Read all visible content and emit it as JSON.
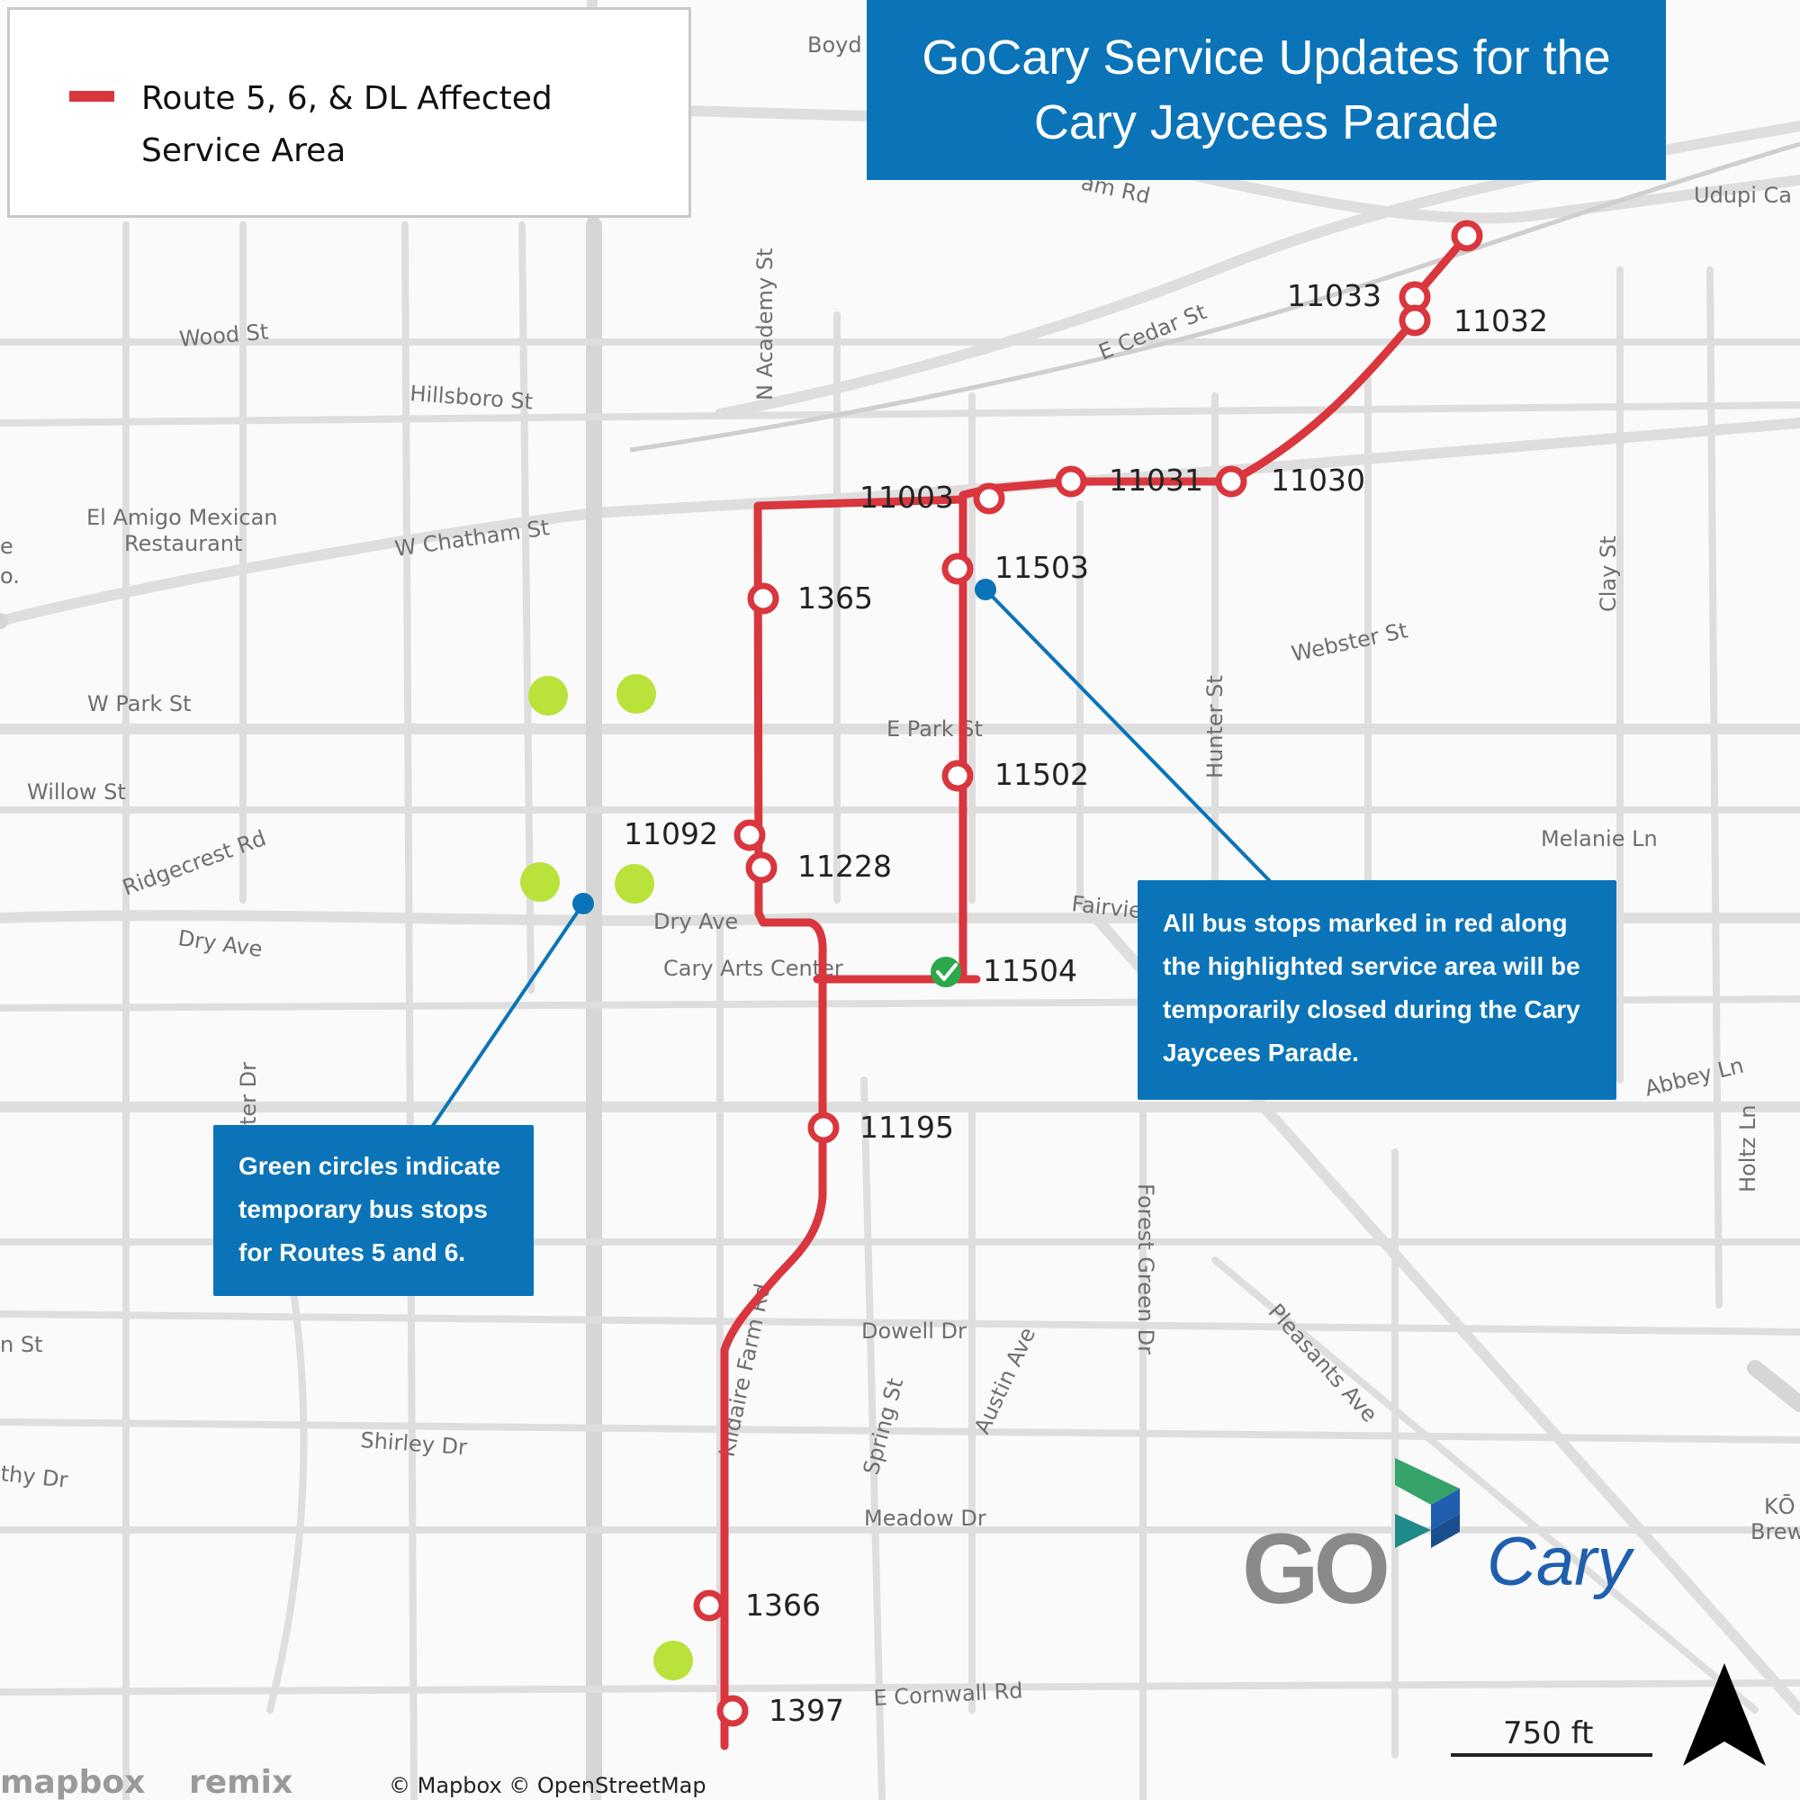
{
  "title": {
    "line1": "GoCary Service Updates for the",
    "line2": "Cary Jaycees Parade"
  },
  "legend": {
    "label_line1": "Route 5, 6, & DL Affected",
    "label_line2": "Service Area",
    "swatch_color": "#d9363e"
  },
  "callouts": {
    "closed_stops": "All bus stops marked in red along the highlighted service area will be temporarily closed during the Cary Jaycees Parade.",
    "temporary_stops": "Green circles indicate temporary bus stops for Routes 5 and 6."
  },
  "stops": [
    "11033",
    "11032",
    "11031",
    "11030",
    "11003",
    "11503",
    "1365",
    "11502",
    "11092",
    "11228",
    "11504",
    "11195",
    "1366",
    "1397"
  ],
  "streets": {
    "boyd": "Boyd",
    "chatham_rd": "am Rd",
    "udupi": "Udupi Ca",
    "wood": "Wood St",
    "hillsboro": "Hillsboro St",
    "n_academy": "N Academy St",
    "e_cedar": "E Cedar St",
    "w_chatham": "W Chatham St",
    "el_amigo_1": "El Amigo Mexican",
    "el_amigo_2": "Restaurant",
    "edge_e": "e",
    "edge_o": "o.",
    "clay": "Clay St",
    "webster": "Webster St",
    "w_park": "W Park St",
    "e_park": "E Park St",
    "hunter": "Hunter St",
    "willow": "Willow St",
    "ridgecrest": "Ridgecrest Rd",
    "melanie": "Melanie Ln",
    "dry_ave_w": "Dry Ave",
    "dry_ave_e": "Dry Ave",
    "fairview": "Fairvie",
    "cary_arts": "Cary Arts Center",
    "abbey": "Abbey Ln",
    "holtz": "Holtz Ln",
    "forest_green": "Forest Green Dr",
    "ter_dr": "ter Dr",
    "kildaire": "Kildaire Farm Rd",
    "n_st": "n St",
    "dowell": "Dowell Dr",
    "pleasants": "Pleasants Ave",
    "spring": "Spring St",
    "austin": "Austin Ave",
    "shirley": "Shirley Dr",
    "thy_dr": "thy Dr",
    "meadow": "Meadow Dr",
    "ko_1": "KŌ",
    "ko_2": "Brew",
    "e_cornwall": "E Cornwall Rd"
  },
  "logo": {
    "go": "GO",
    "cary": "Cary"
  },
  "scale": "750 ft",
  "attribution": {
    "mapbox_logo": "mapbox",
    "remix_logo": "remix",
    "credits": "© Mapbox © OpenStreetMap"
  },
  "colors": {
    "route_red": "#d9363e",
    "callout_blue": "#0b74b8",
    "temp_stop_green": "#b9e23a",
    "check_green": "#2aa84a",
    "road_gray": "#d9d9d9"
  },
  "icons": {
    "north_arrow": "north-arrow-icon",
    "check": "check-icon"
  }
}
